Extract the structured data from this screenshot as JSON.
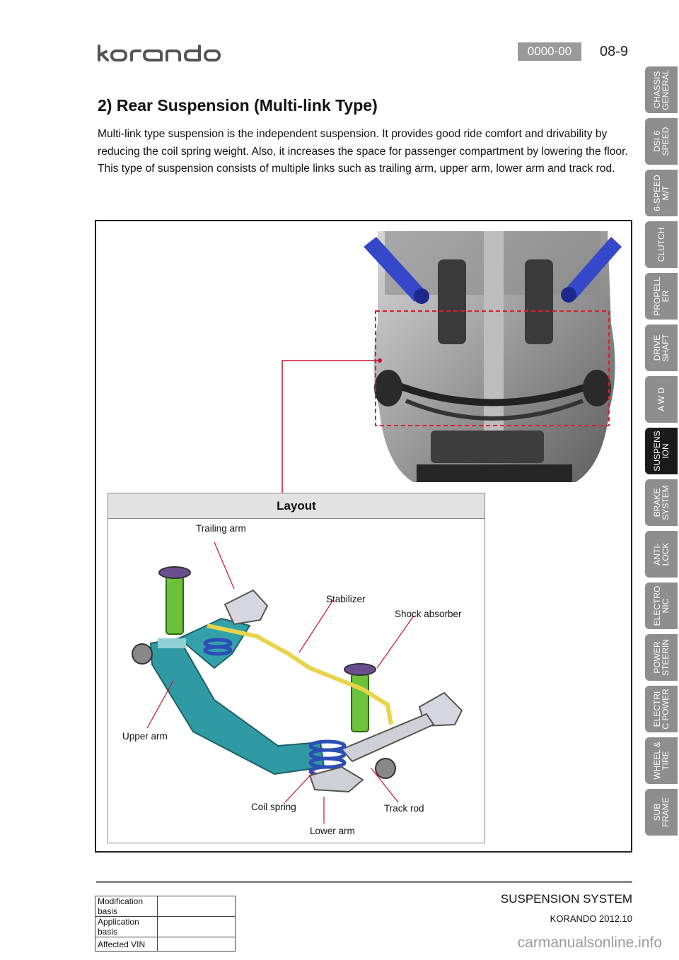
{
  "header": {
    "brand": "korando",
    "code": "0000-00",
    "page": "08-9"
  },
  "section": {
    "title": "2) Rear Suspension (Multi-link Type)",
    "paragraphs": [
      "Multi-link type suspension is the independent suspension. It provides good ride comfort and drivability by reducing the coil spring weight. Also, it increases the space for passenger compartment by lowering the floor.",
      "This type of suspension consists of multiple links such as trailing arm, upper arm, lower arm and track rod."
    ]
  },
  "figure": {
    "layout_title": "Layout",
    "callouts": {
      "trailing_arm": "Trailing arm",
      "stabilizer": "Stabilizer",
      "shock_absorber": "Shock absorber",
      "upper_arm": "Upper arm",
      "coil_spring": "Coil spring",
      "track_rod": "Track rod",
      "lower_arm": "Lower arm"
    }
  },
  "sidebar": {
    "active_index": 7,
    "tabs": [
      "CHASSIS\nGENERAL",
      "DSI 6\nSPEED",
      "6-SPEED\nM/T",
      "CLUTCH",
      "PROPELL\nER",
      "DRIVE\nSHAFT",
      "A W D",
      "SUSPENS\nION",
      "BRAKE\nSYSTEM",
      "ANTI-\nLOCK",
      "ELECTRO\nNIC",
      "POWER\nSTEERIN",
      "ELECTRI\nC POWER",
      "WHEEL &\nTIRE",
      "SUB\nFRAME"
    ]
  },
  "footer": {
    "system_title": "SUSPENSION SYSTEM",
    "model_date": "KORANDO 2012.10",
    "table": [
      {
        "label": "Modification basis",
        "value": ""
      },
      {
        "label": "Application basis",
        "value": ""
      },
      {
        "label": "Affected VIN",
        "value": ""
      }
    ],
    "watermark": "carmanualsonline.info"
  },
  "colors": {
    "badge_gray": "#9a9a9a",
    "tab_gray": "#8e8e8e",
    "tab_active": "#1a1a1a",
    "callout_red": "#c8102e",
    "frame_teal": "#2f9aa3",
    "spring_blue": "#2b4fb5",
    "shock_green": "#6cc23a",
    "stabilizer_yellow": "#e7d44a"
  }
}
